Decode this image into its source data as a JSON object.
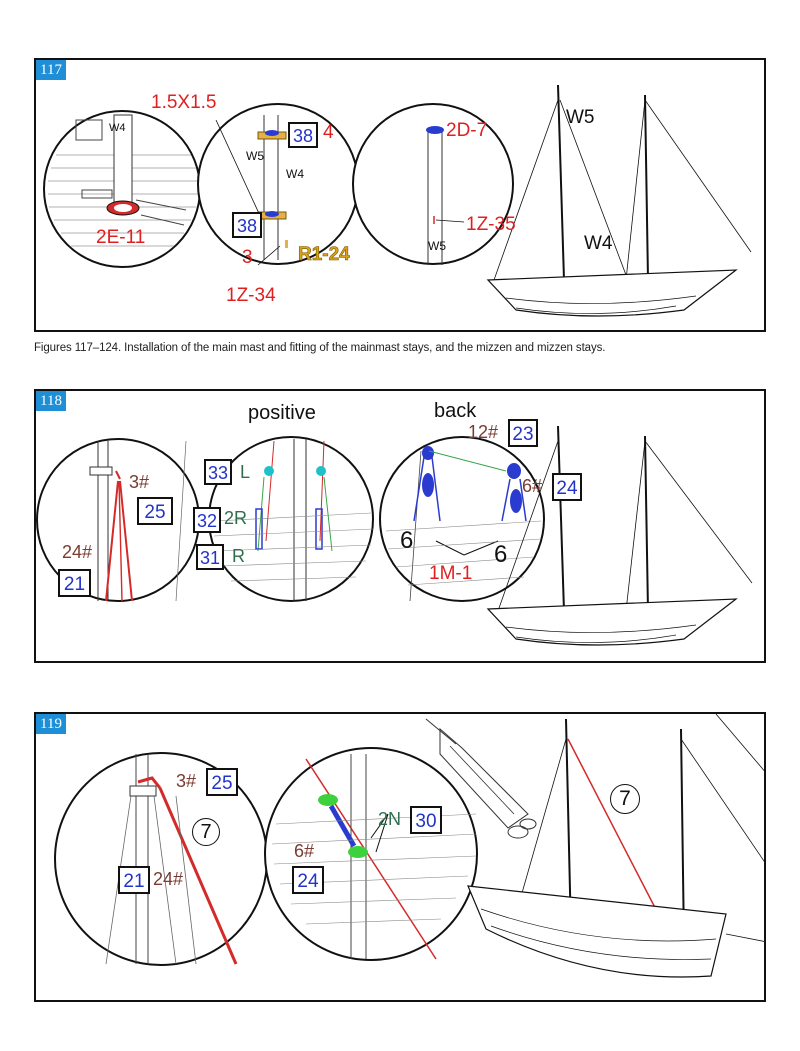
{
  "caption": "Figures 117–124. Installation of the main mast and fitting of the mainmast stays, and the mizzen and mizzen stays.",
  "colors": {
    "figure_tag": "#1e8fd6",
    "red": "#e02020",
    "blue_box": "#2233cc",
    "brown": "#7a3b30",
    "green": "#2f6e4d",
    "gold": "#d9a21a"
  },
  "fig117": {
    "number": "117",
    "c1": {
      "w4": "W4",
      "part": "2E-11"
    },
    "c2": {
      "size": "1.5X1.5",
      "box_top": "38",
      "n_top": "4",
      "w5": "W5",
      "w4": "W4",
      "box_bot": "38",
      "n_bot": "3",
      "r": "R1-24",
      "z": "1Z-34"
    },
    "c3": {
      "d": "2D-7",
      "z": "1Z-35",
      "w5": "W5"
    },
    "ship": {
      "w5": "W5",
      "w4": "W4"
    }
  },
  "fig118": {
    "number": "118",
    "heading_positive": "positive",
    "heading_back": "back",
    "c1": {
      "n3": "3#",
      "box25": "25",
      "n24": "24#",
      "box21": "21"
    },
    "c2": {
      "box33": "33",
      "L": "L",
      "box32": "32",
      "twoR": "2R",
      "box31": "31",
      "R": "R"
    },
    "c3": {
      "n12": "12#",
      "box23": "23",
      "n6": "6#",
      "box24": "24",
      "six_a": "6",
      "six_b": "6",
      "m": "1M-1"
    }
  },
  "fig119": {
    "number": "119",
    "c1": {
      "n3": "3#",
      "box25": "25",
      "seven": "7",
      "box21": "21",
      "n24": "24#"
    },
    "c2": {
      "twoN": "2N",
      "box30": "30",
      "n6": "6#",
      "box24": "24"
    },
    "ship": {
      "seven": "7"
    }
  }
}
